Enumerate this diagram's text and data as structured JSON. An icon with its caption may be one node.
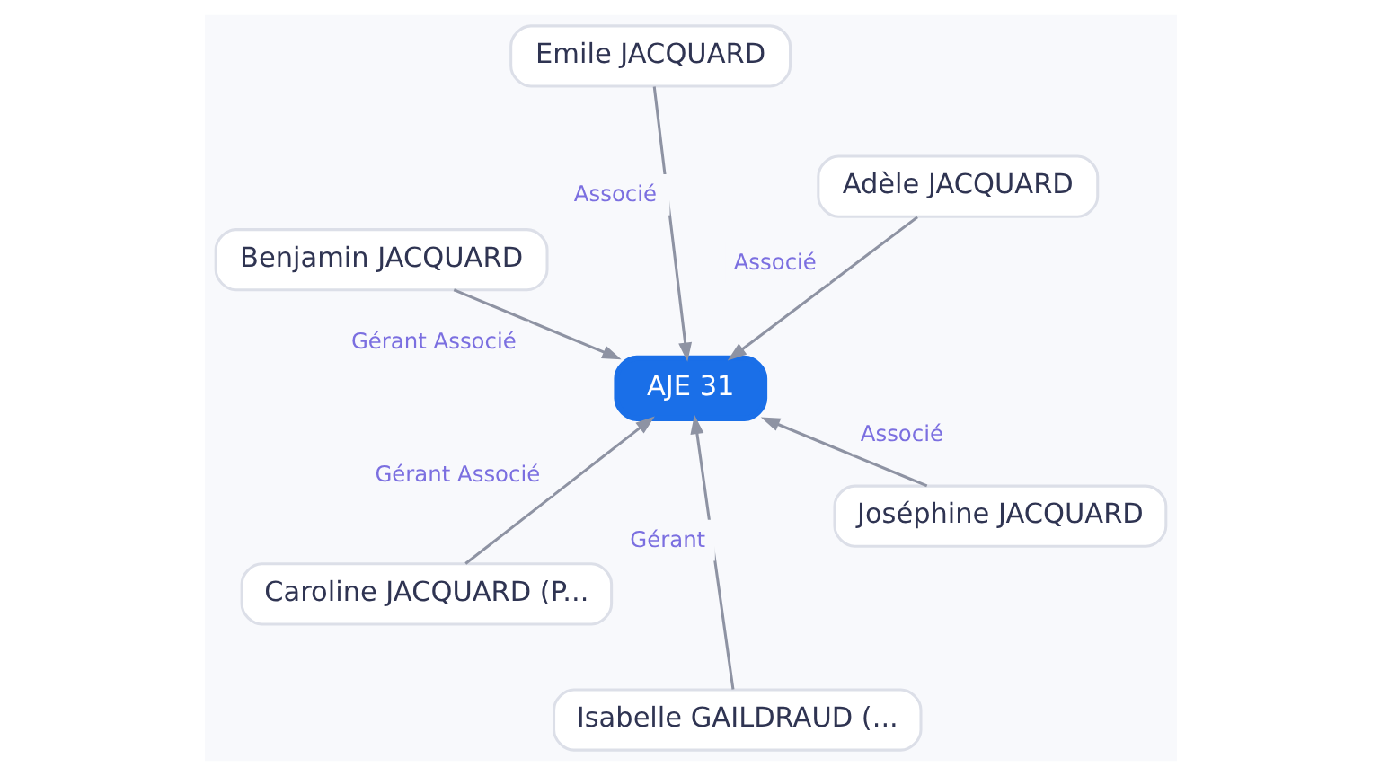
{
  "diagram": {
    "nodes": [
      {
        "text": [
          "Benjamin JACQUARD"
        ]
      },
      {
        "text": [
          "Joséphine JACQUARD"
        ]
      },
      {
        "text": [
          "Isabelle GAILDRAUD (..."
        ]
      },
      {
        "text": [
          "AJE 31"
        ]
      },
      {
        "text": [
          "Adèle JACQUARD"
        ]
      },
      {
        "text": [
          "Emile JACQUARD"
        ]
      },
      {
        "text": [
          "Caroline JACQUARD (P..."
        ]
      }
    ],
    "edges": [
      {
        "from": 0,
        "to": 3,
        "arrow": "to",
        "label": "Gérant Associé"
      },
      {
        "from": 1,
        "to": 3,
        "arrow": "to",
        "label": "Associé"
      },
      {
        "from": 2,
        "to": 3,
        "arrow": "to",
        "label": "Gérant"
      },
      {
        "from": 4,
        "to": 3,
        "arrow": "to",
        "label": "Associé"
      },
      {
        "from": 5,
        "to": 3,
        "arrow": "to",
        "label": "Associé"
      },
      {
        "from": 6,
        "to": 3,
        "arrow": "to",
        "label": "Gérant Associé"
      }
    ]
  }
}
